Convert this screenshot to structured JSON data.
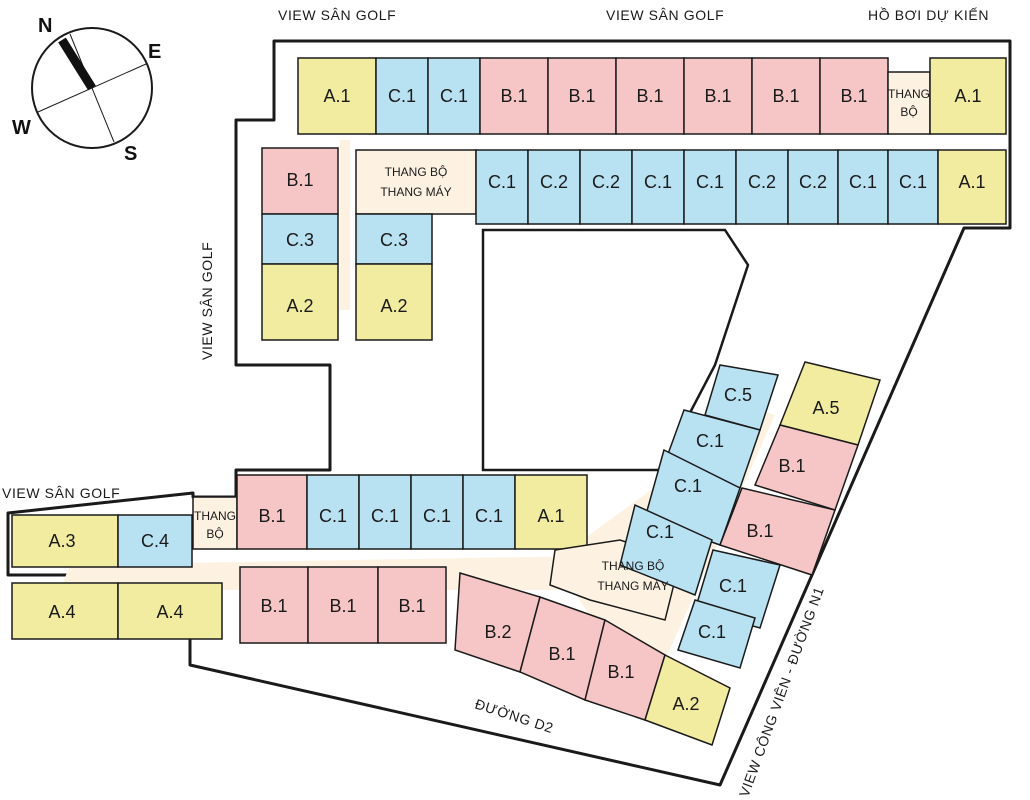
{
  "colors": {
    "A": "#f2eca0",
    "B": "#f6c6c6",
    "C": "#b8e1f2",
    "core": "#fdf2e2",
    "outline": "#1a1a1a"
  },
  "compass": {
    "n": "N",
    "e": "E",
    "s": "S",
    "w": "W"
  },
  "view_labels": {
    "golf_top_left": "VIEW SÂN GOLF",
    "golf_top_center": "VIEW SÂN GOLF",
    "pool": "HỒ BƠI DỰ KIẾN",
    "golf_left": "VIEW SÂN GOLF",
    "golf_far_left": "VIEW SÂN GOLF",
    "road_d2": "ĐƯỜNG D2",
    "park_n1": "VIEW CÔNG VIÊN - ĐƯỜNG N1"
  },
  "cores": {
    "top_stair_line1": "THANG",
    "top_stair_line2": "BỘ",
    "north_lift_line1": "THANG BỘ",
    "north_lift_line2": "THANG MÁY",
    "west_stair_line1": "THANG",
    "west_stair_line2": "BỘ",
    "south_lift_line1": "THANG BỘ",
    "south_lift_line2": "THANG MÁY"
  },
  "units": {
    "north_outer": [
      "A.1",
      "C.1",
      "C.1",
      "B.1",
      "B.1",
      "B.1",
      "B.1",
      "B.1",
      "B.1",
      "A.1"
    ],
    "north_inner": [
      "C.1",
      "C.2",
      "C.2",
      "C.1",
      "C.1",
      "C.2",
      "C.2",
      "C.1",
      "C.1",
      "A.1"
    ],
    "west_wing": [
      "B.1",
      "C.3",
      "C.3",
      "A.2",
      "A.2"
    ],
    "south_outer": [
      "A.3",
      "C.4",
      "B.1",
      "C.1",
      "C.1",
      "C.1",
      "C.1",
      "A.1"
    ],
    "south_inner": [
      "A.4",
      "A.4",
      "B.1",
      "B.1",
      "B.1"
    ],
    "diagonal_south": [
      "B.2",
      "B.1",
      "B.1",
      "A.2"
    ],
    "diagonal_inner": [
      "C.5",
      "C.1",
      "C.1",
      "C.1",
      "C.1",
      "C.1"
    ],
    "diagonal_outer": [
      "A.5",
      "B.1",
      "B.1"
    ]
  }
}
